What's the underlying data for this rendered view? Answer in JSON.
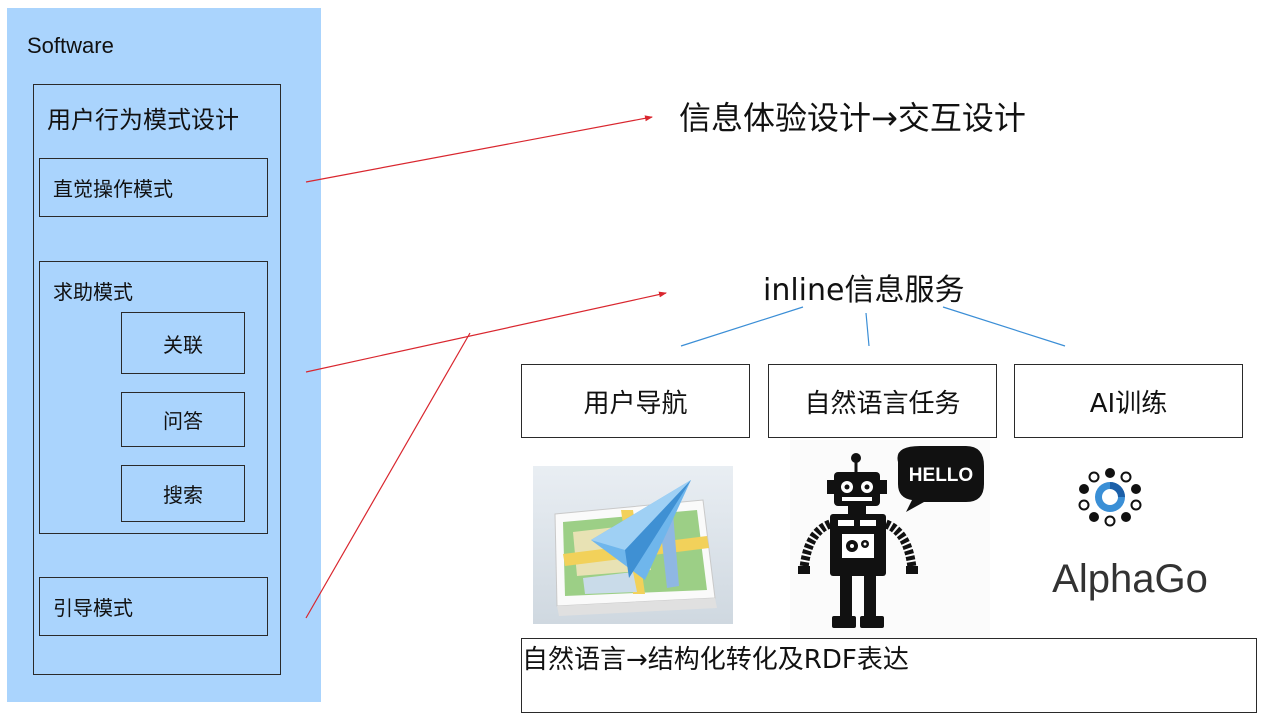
{
  "software": {
    "label": "Software",
    "behavior": {
      "title": "用户行为模式设计",
      "intuitive": "直觉操作模式",
      "help": {
        "title": "求助模式",
        "items": [
          "关联",
          "问答",
          "搜索"
        ]
      },
      "guide": "引导模式"
    }
  },
  "right": {
    "interaction_title": "信息体验设计→交互设计",
    "inline_title": "inline信息服务",
    "categories": [
      "用户导航",
      "自然语言任务",
      "AI训练"
    ],
    "bottom": "自然语言→结构化转化及RDF表达",
    "robot_bubble": "HELLO",
    "alphago_logo": "AlphaGo"
  },
  "colors": {
    "panel": "#aad4fd",
    "arrow_red": "#d9262e",
    "connector_blue": "#3b8ed6",
    "plane_blue": "#5aa8e6"
  }
}
